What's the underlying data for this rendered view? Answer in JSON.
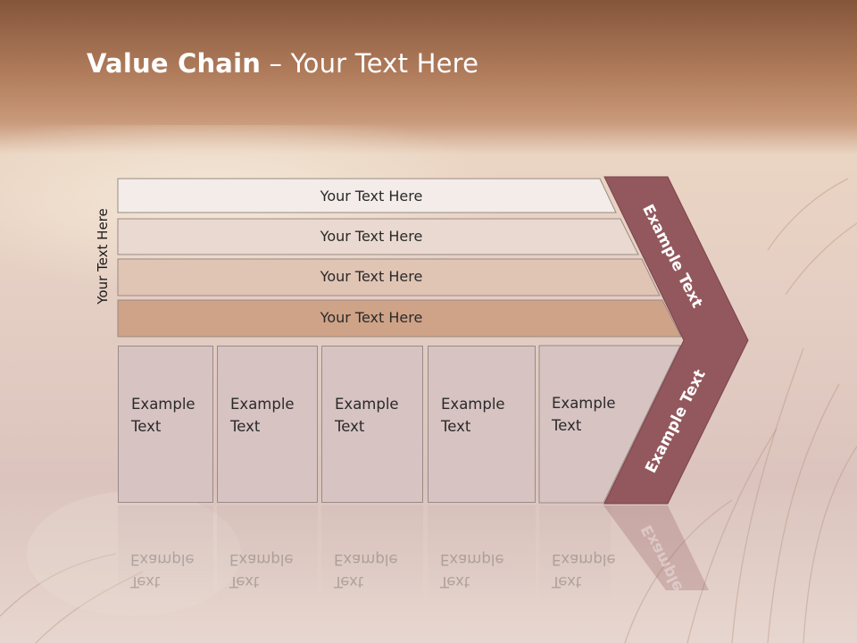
{
  "title": {
    "bold": "Value Chain",
    "rest": " – Your Text Here"
  },
  "side_label": "Your Text Here",
  "rows": [
    {
      "label": "Your Text Here",
      "fill": "#f3ece9"
    },
    {
      "label": "Your Text Here",
      "fill": "#ead9d0"
    },
    {
      "label": "Your Text Here",
      "fill": "#e0c4b4"
    },
    {
      "label": "Your Text Here",
      "fill": "#cfa387"
    }
  ],
  "columns": [
    {
      "line1": "Example",
      "line2": "Text"
    },
    {
      "line1": "Example",
      "line2": "Text"
    },
    {
      "line1": "Example",
      "line2": "Text"
    },
    {
      "line1": "Example",
      "line2": "Text"
    },
    {
      "line1": "Example",
      "line2": "Text"
    }
  ],
  "chevron": {
    "upper": "Example Text",
    "lower": "Example Text",
    "color": "#93585d"
  },
  "reflection": {
    "chevron_text": "Example"
  }
}
